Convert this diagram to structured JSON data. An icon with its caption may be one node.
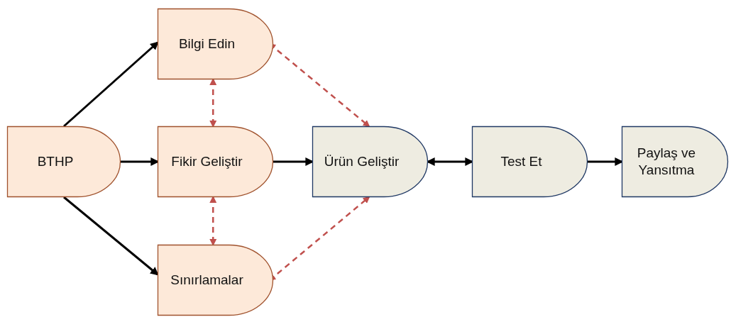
{
  "diagram": {
    "nodes": [
      {
        "text": [
          "BTHP"
        ]
      },
      {
        "text": [
          "Bilgi Edin"
        ]
      },
      {
        "text": [
          "Fikir Geliştir"
        ]
      },
      {
        "text": [
          "Sınırlamalar"
        ]
      },
      {
        "text": [
          "Ürün Geliştir"
        ]
      },
      {
        "text": [
          "Test Et"
        ]
      },
      {
        "text": [
          "Paylaş ve Yansıtma"
        ]
      }
    ],
    "edges": [
      {
        "from": 0,
        "to": 1,
        "arrow": "to"
      },
      {
        "from": 0,
        "to": 2,
        "arrow": "to"
      },
      {
        "from": 0,
        "to": 3,
        "arrow": "to"
      },
      {
        "from": 2,
        "to": 4,
        "arrow": "to"
      },
      {
        "from": 4,
        "to": 5,
        "arrow": "both"
      },
      {
        "from": 5,
        "to": 6,
        "arrow": "to"
      },
      {
        "from": 1,
        "to": 2,
        "arrow": "both",
        "style": "dashed",
        "color": "#c0504d"
      },
      {
        "from": 2,
        "to": 3,
        "arrow": "both",
        "style": "dashed",
        "color": "#c0504d"
      },
      {
        "from": 1,
        "to": 4,
        "arrow": "both",
        "style": "dashed",
        "color": "#c0504d"
      },
      {
        "from": 3,
        "to": 4,
        "arrow": "both",
        "style": "dashed",
        "color": "#c0504d"
      }
    ]
  }
}
